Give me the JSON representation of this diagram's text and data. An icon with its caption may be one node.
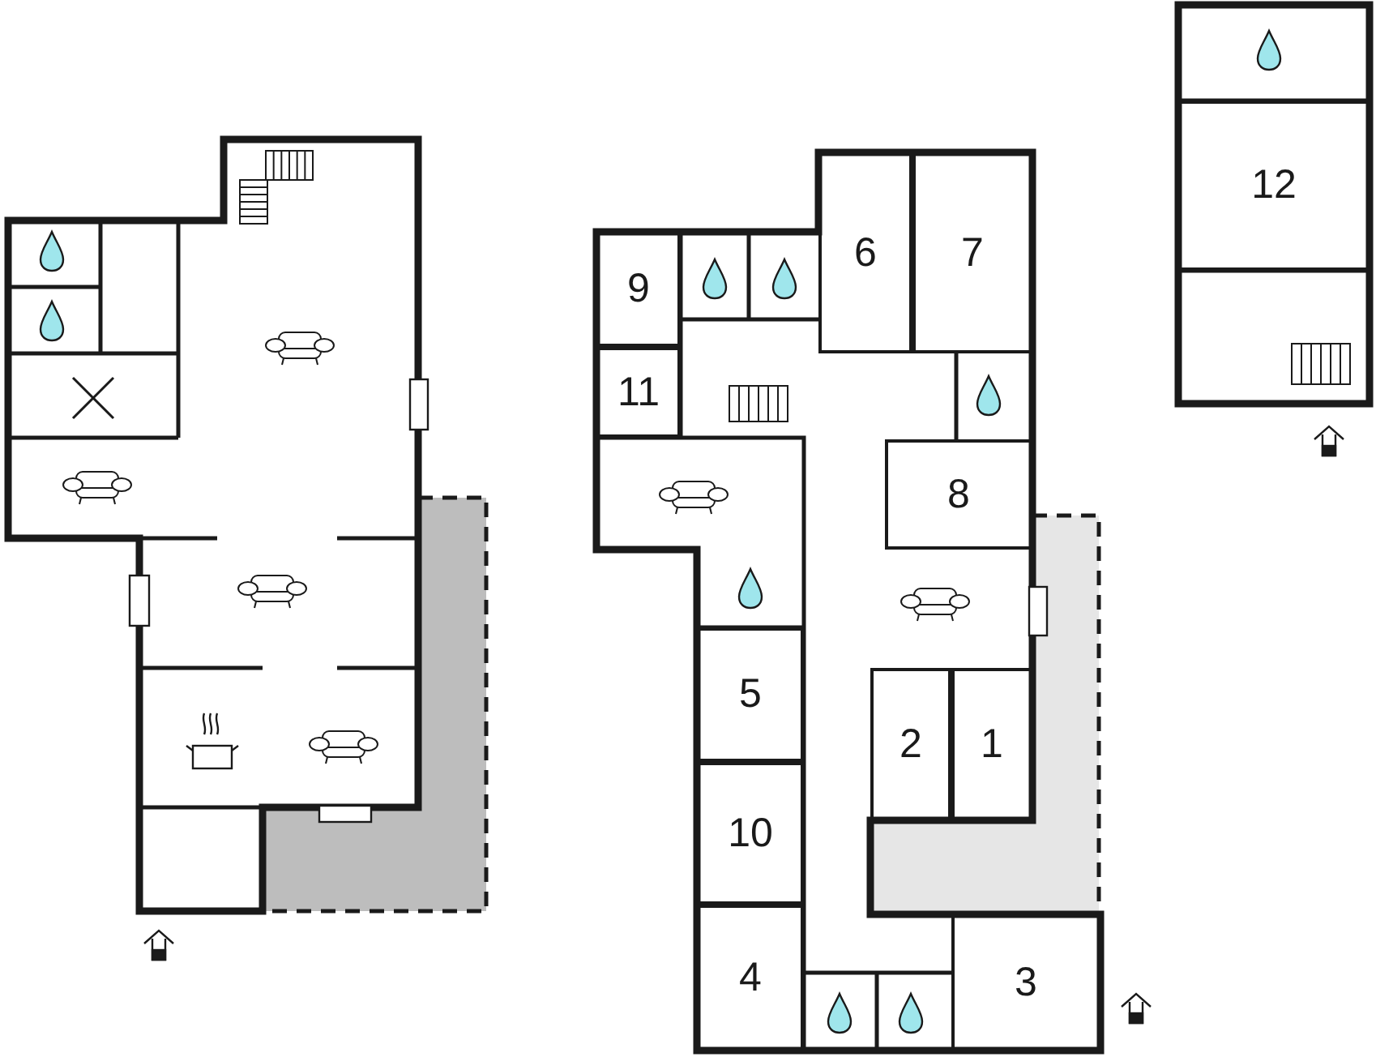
{
  "diagram": {
    "nodes": [
      {
        "text": [
          "12"
        ]
      },
      {
        "text": [
          "6"
        ]
      },
      {
        "text": [
          "7"
        ]
      },
      {
        "text": [
          "9"
        ]
      },
      {
        "text": [
          "11"
        ]
      },
      {
        "text": [
          "8"
        ]
      },
      {
        "text": [
          "5"
        ]
      },
      {
        "text": [
          "2"
        ]
      },
      {
        "text": [
          "1"
        ]
      },
      {
        "text": [
          "10"
        ]
      },
      {
        "text": [
          "4"
        ]
      },
      {
        "text": [
          "3"
        ]
      }
    ]
  }
}
